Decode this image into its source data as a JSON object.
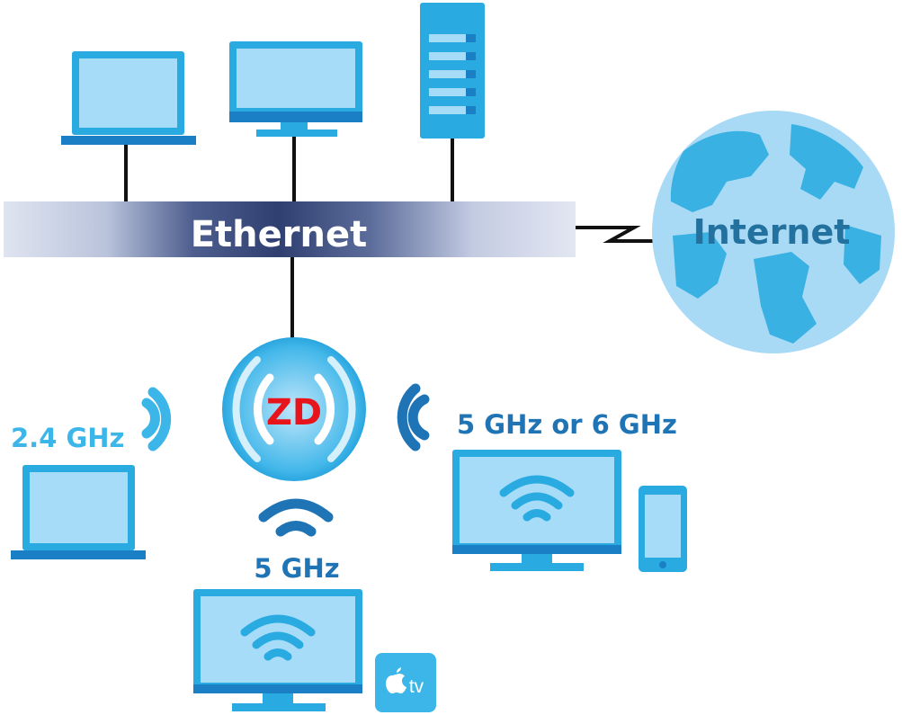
{
  "labels": {
    "ethernet": "Ethernet",
    "internet": "Internet",
    "ap": "ZD",
    "band_24": "2.4 GHz",
    "band_5": "5 GHz",
    "band_5_6": "5 GHz or 6 GHz",
    "appletv": "tv"
  },
  "colors": {
    "device_blue": "#29abe2",
    "device_light": "#a6dcf7",
    "device_dark": "#1a7fc4",
    "label_light": "#3cb6e8",
    "label_dark": "#1f74b5",
    "ap_text": "#e8141c",
    "globe_ocean": "#a9daf5",
    "globe_land": "#3ab1e3",
    "internet_text": "#23719f",
    "line": "#111111",
    "ethernet_text": "#ffffff"
  },
  "icons": [
    "laptop-icon",
    "desktop-monitor-icon",
    "server-icon",
    "globe-icon",
    "access-point-icon",
    "wifi-icon",
    "tv-icon",
    "phone-icon",
    "apple-tv-icon"
  ]
}
